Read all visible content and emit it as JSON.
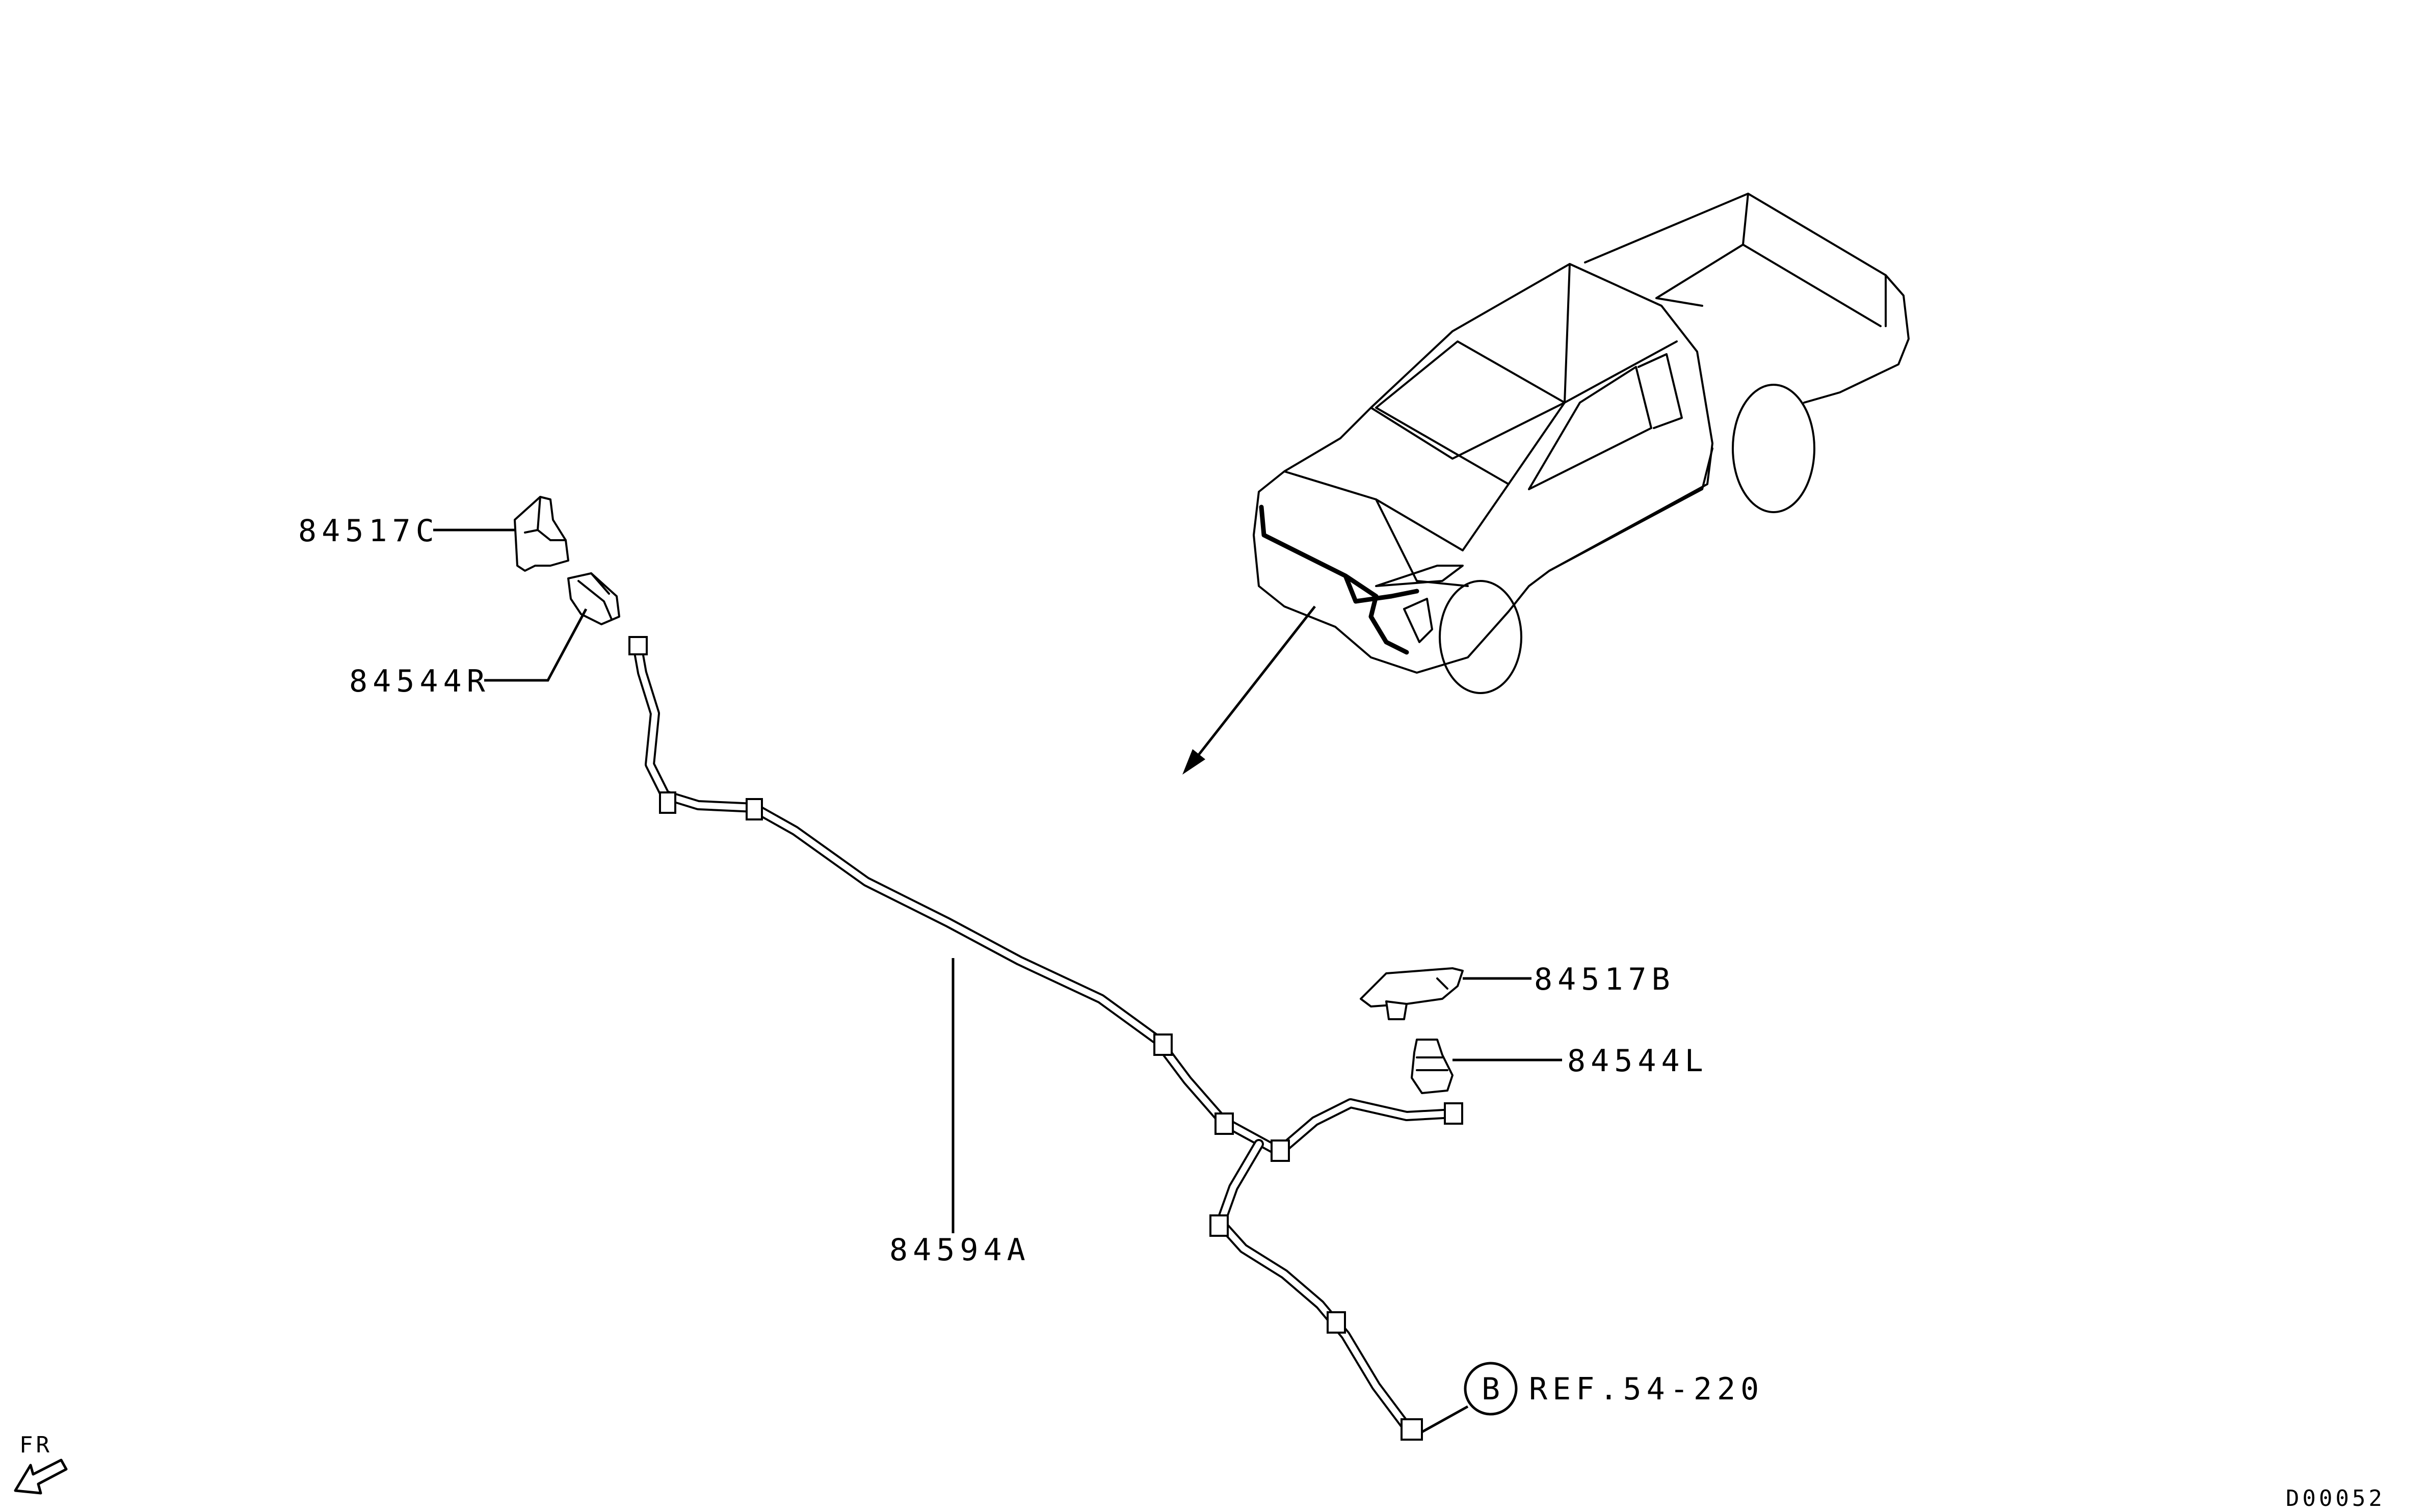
{
  "labels": {
    "p84517C": "84517C",
    "p84544R": "84544R",
    "p84517B": "84517B",
    "p84544L": "84544L",
    "p84594A": "84594A",
    "ref_circle": "B",
    "ref_text": "REF.54-220",
    "fr": "FR",
    "diagram_id": "D00052"
  },
  "icons": {
    "direction_arrow": "fr-arrow-icon",
    "reference_marker": "circled-letter-icon"
  },
  "colors": {
    "ink": "#000000",
    "background": "#ffffff"
  }
}
